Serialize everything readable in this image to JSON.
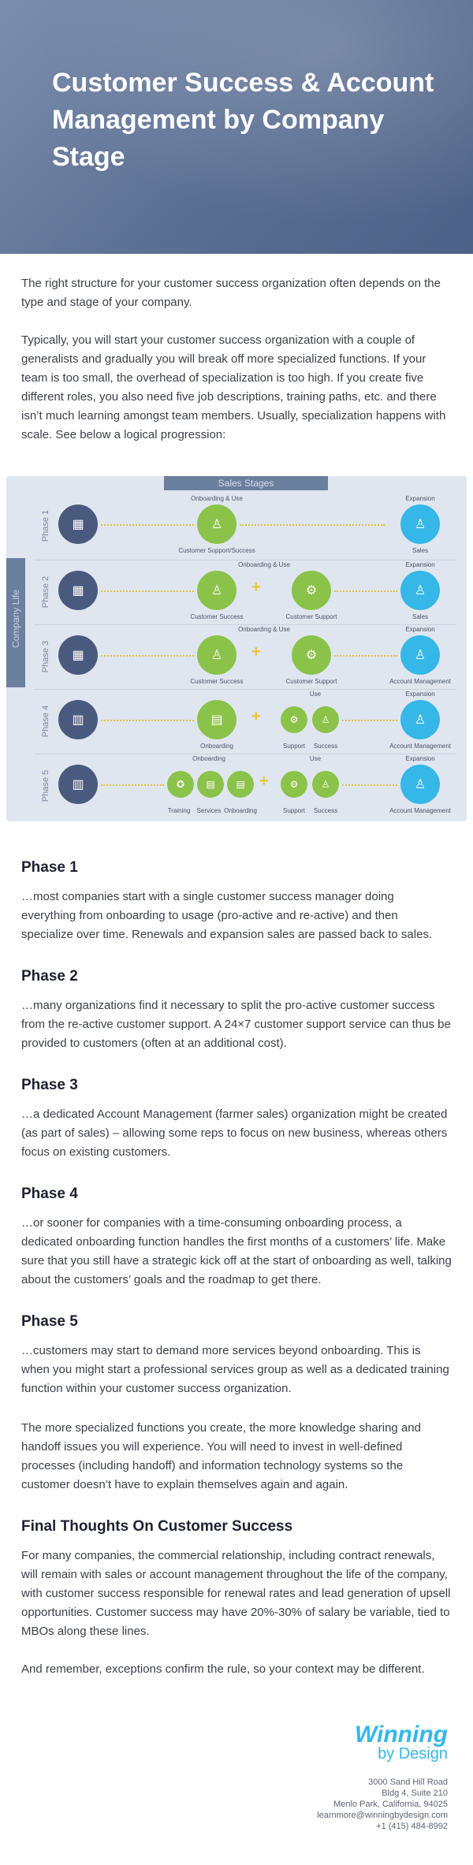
{
  "hero": {
    "title": "Customer Success & Account Management by Company Stage"
  },
  "intro": [
    "The right structure for your customer success organization often depends on the type and stage of your company.",
    "Typically, you will start your customer success organization with a couple of generalists and gradually you will break off more specialized functions. If your team is too small, the overhead of specialization is too high. If you create five different roles, you also need five job descriptions, training paths, etc. and there isn’t much learning amongst team members. Usually, specialization happens with scale. See below a logical progression:"
  ],
  "diagram": {
    "stages_label": "Sales Stages",
    "company_label": "Company Life",
    "phases": [
      {
        "label": "Phase 1",
        "top": "Onboarding & Use",
        "expansion": "Expansion",
        "captions": [
          "Customer Support/Success",
          "Sales"
        ]
      },
      {
        "label": "Phase 2",
        "top": "Onboarding & Use",
        "expansion": "Expansion",
        "captions": [
          "Customer Success",
          "Customer Support",
          "Sales"
        ]
      },
      {
        "label": "Phase 3",
        "top": "Onboarding & Use",
        "expansion": "Expansion",
        "captions": [
          "Customer Success",
          "Customer Support",
          "Account Management"
        ]
      },
      {
        "label": "Phase 4",
        "top": "Use",
        "expansion": "Expansion",
        "captions": [
          "Onboarding",
          "Support",
          "Success",
          "Account Management"
        ]
      },
      {
        "label": "Phase 5",
        "top": "Onboarding",
        "top2": "Use",
        "expansion": "Expansion",
        "captions": [
          "Training",
          "Services",
          "Onboarding",
          "Support",
          "Success",
          "Account Management"
        ]
      }
    ]
  },
  "sections": [
    {
      "title": "Phase 1",
      "body": "…most companies start with a single customer success manager doing everything from onboarding to usage (pro-active and re-active) and then specialize over time. Renewals and expansion sales are passed back to sales."
    },
    {
      "title": "Phase 2",
      "body": "…many organizations find it necessary to split the pro-active customer success from the re-active customer support. A 24×7 customer support service can thus be provided to customers (often at an additional cost)."
    },
    {
      "title": "Phase 3",
      "body": "…a dedicated Account Management (farmer sales) organization might be created (as part of sales) – allowing some reps to focus on new business, whereas others focus on existing customers."
    },
    {
      "title": "Phase 4",
      "body": "…or sooner for companies with a time-consuming onboarding process, a dedicated onboarding function handles the first months of a customers’ life. Make sure that you still have a strategic kick off at the start of onboarding as well, talking about the customers’ goals and the roadmap to get there."
    },
    {
      "title": "Phase 5",
      "body": "…customers may start to demand more services beyond onboarding. This is when you might start a professional services group as well as a dedicated training function within your customer success organization."
    }
  ],
  "closing": "The more specialized functions you create, the more knowledge sharing and handoff issues you will experience. You will need to invest in well-defined processes (including handoff) and information technology systems so the customer doesn’t have to explain themselves again and again.",
  "final": {
    "title": "Final Thoughts On Customer Success",
    "body": "For many companies, the commercial relationship, including contract renewals, will remain with sales or account management throughout the life of the company, with customer success responsible for renewal rates and lead generation of upsell opportunities. Customer success may have 20%-30% of salary be variable, tied to MBOs along these lines.",
    "remember": "And remember, exceptions confirm the rule, so your context may be different."
  },
  "footer": {
    "logo_line1": "Winning",
    "logo_line2": "by Design",
    "address": [
      "3000 Sand Hill Road",
      "Bldg 4, Suite 210",
      "Menlo Park, California, 94025",
      "learnmore@winningbydesign.com",
      "+1 (415) 484-8992"
    ]
  }
}
